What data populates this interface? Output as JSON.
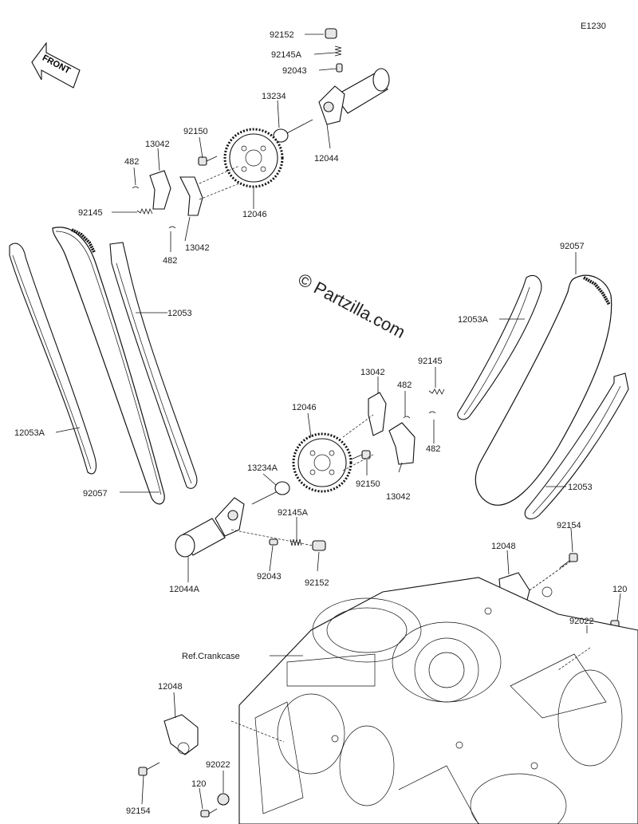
{
  "diagram_code": "E1230",
  "front_label": "FRONT",
  "watermark": "© Partzilla.com",
  "ref_label": "Ref.Crankcase",
  "labels": {
    "l_92152_top": "92152",
    "l_92145A_top": "92145A",
    "l_92043_top": "92043",
    "l_13234": "13234",
    "l_12044": "12044",
    "l_92150_top": "92150",
    "l_13042_top": "13042",
    "l_482_top": "482",
    "l_92145_left": "92145",
    "l_13042_mid": "13042",
    "l_482_mid": "482",
    "l_12046_top": "12046",
    "l_12053": "12053",
    "l_12053A_left": "12053A",
    "l_92057_left": "92057",
    "l_92057_right": "92057",
    "l_12053A_right": "12053A",
    "l_92145_right": "92145",
    "l_13042_r1": "13042",
    "l_482_r1": "482",
    "l_482_r2": "482",
    "l_12046_mid": "12046",
    "l_92150_mid": "92150",
    "l_13042_r2": "13042",
    "l_13234A": "13234A",
    "l_92145A_mid": "92145A",
    "l_12053_right": "12053",
    "l_12044A": "12044A",
    "l_92043_mid": "92043",
    "l_92152_mid": "92152",
    "l_92154_right": "92154",
    "l_12048_right": "12048",
    "l_92022_right": "92022",
    "l_120_right": "120",
    "l_12048_left": "12048",
    "l_92154_left": "92154",
    "l_92022_left": "92022",
    "l_120_left": "120"
  }
}
